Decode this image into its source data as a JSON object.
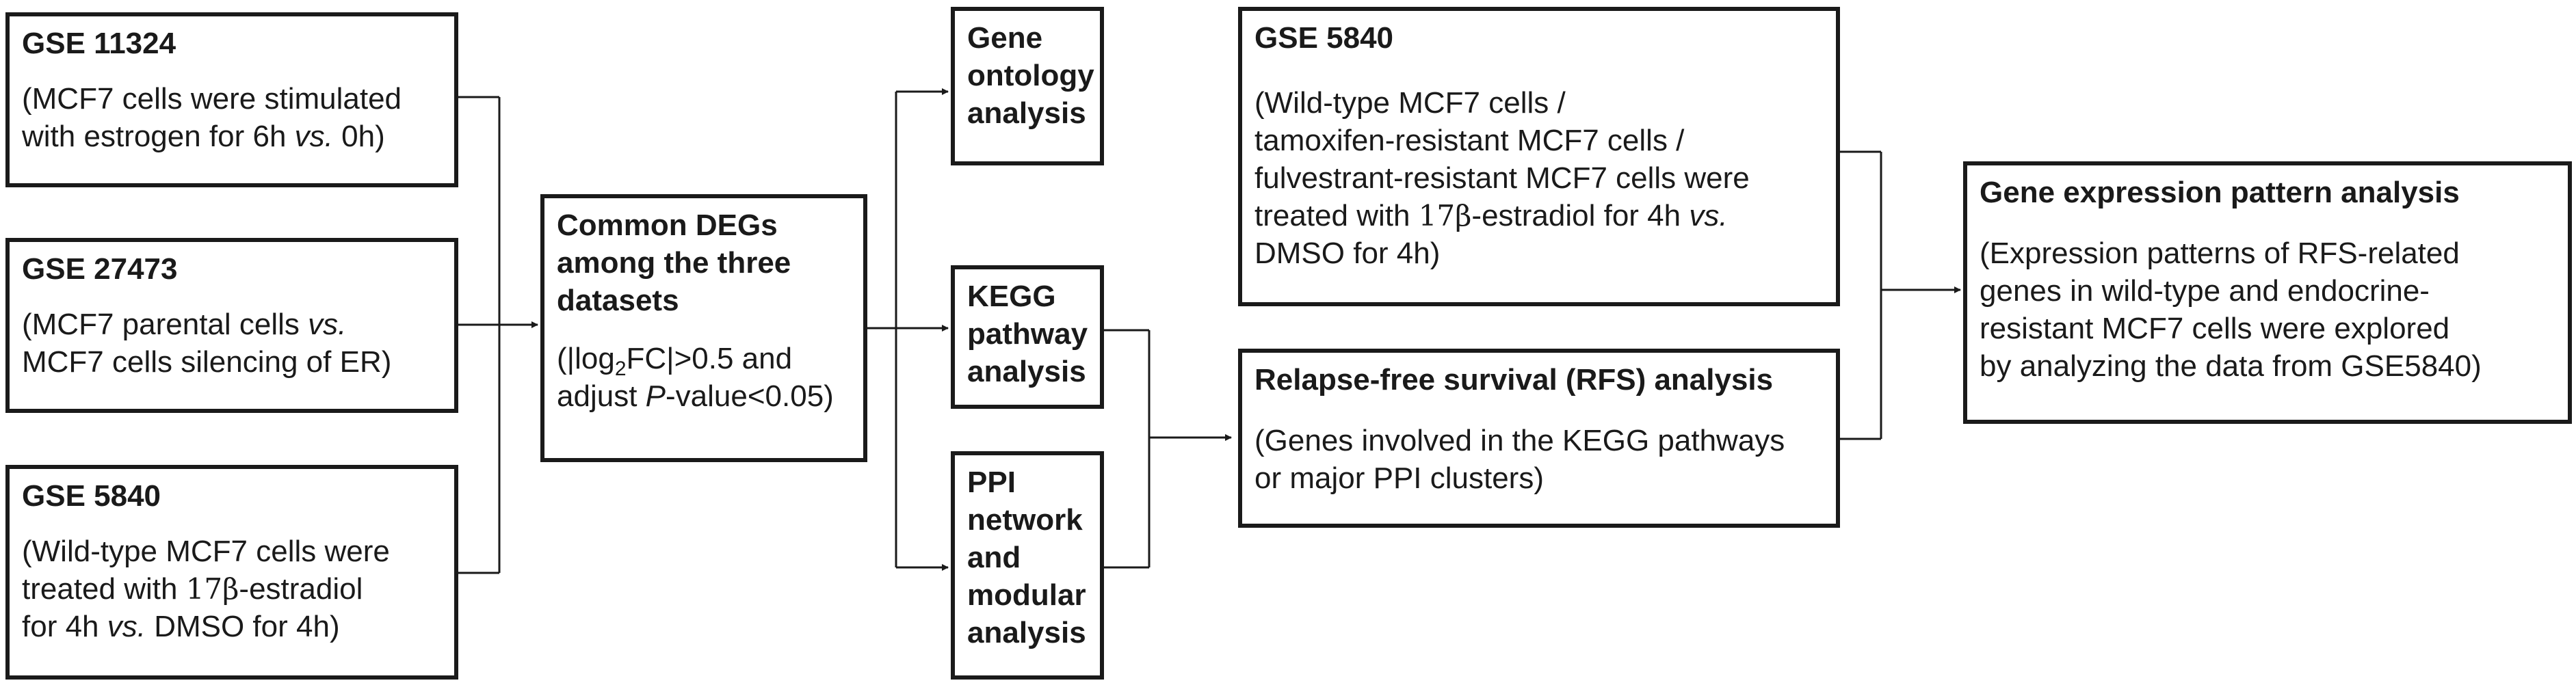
{
  "nodes": {
    "gse11324": {
      "title": "GSE 11324",
      "lines": [
        "(MCF7 cells were stimulated",
        "with estrogen for 6h ",
        "vs.",
        " 0h)"
      ]
    },
    "gse27473": {
      "title": "GSE 27473",
      "lines": [
        "(MCF7 parental cells ",
        "vs.",
        "MCF7 cells silencing of ER)"
      ]
    },
    "gse5840_left": {
      "title": "GSE 5840",
      "lines": [
        "(Wild-type MCF7 cells were",
        "treated with ",
        "17β",
        "-estradiol",
        "for 4h ",
        "vs.",
        " DMSO for 4h)"
      ]
    },
    "common_degs": {
      "title_lines": [
        "Common DEGs",
        "among the three",
        "datasets"
      ],
      "criteria": [
        "(|log",
        "2",
        "FC|>0.5 and",
        "adjust ",
        "P",
        "-value<0.05)"
      ]
    },
    "go": {
      "title_lines": [
        "Gene",
        "ontology",
        "analysis"
      ]
    },
    "kegg": {
      "title_lines": [
        "KEGG",
        "pathway",
        "analysis"
      ]
    },
    "ppi": {
      "title_lines": [
        "PPI",
        "network",
        "and",
        "modular",
        "analysis"
      ]
    },
    "gse5840_right": {
      "title": "GSE 5840",
      "lines": [
        "(Wild-type MCF7 cells /",
        "tamoxifen-resistant MCF7 cells /",
        "fulvestrant-resistant MCF7 cells were",
        "treated  with ",
        "17β",
        "-estradiol for 4h  ",
        "vs.",
        "DMSO for 4h)"
      ]
    },
    "rfs": {
      "title": "Relapse-free survival (RFS) analysis",
      "lines": [
        "(Genes involved in the KEGG pathways",
        "or major PPI clusters)"
      ]
    },
    "gene_expr": {
      "title": "Gene expression pattern analysis",
      "lines": [
        "(Expression patterns of RFS-related",
        "genes in wild-type and endocrine-",
        "resistant MCF7 cells were explored",
        "by analyzing the data from GSE5840)"
      ]
    }
  }
}
